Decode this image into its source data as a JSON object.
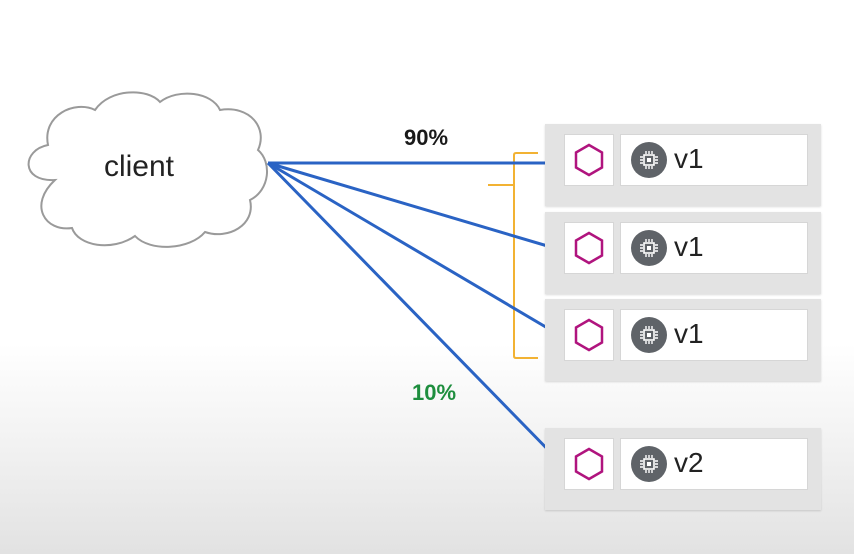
{
  "client": {
    "label": "client"
  },
  "splits": {
    "major": "90%",
    "minor": "10%"
  },
  "colors": {
    "arrow": "#2a63c4",
    "bracket": "#f2b233",
    "major_label": "#1a1a1a",
    "minor_label": "#1e8e3e",
    "hexagon": "#b0147e",
    "chip": "#5f6368"
  },
  "pods": [
    {
      "version": "v1",
      "pod_icon": "hexagon-icon",
      "node_icon": "chip-icon"
    },
    {
      "version": "v1",
      "pod_icon": "hexagon-icon",
      "node_icon": "chip-icon"
    },
    {
      "version": "v1",
      "pod_icon": "hexagon-icon",
      "node_icon": "chip-icon"
    },
    {
      "version": "v2",
      "pod_icon": "hexagon-icon",
      "node_icon": "chip-icon"
    }
  ]
}
